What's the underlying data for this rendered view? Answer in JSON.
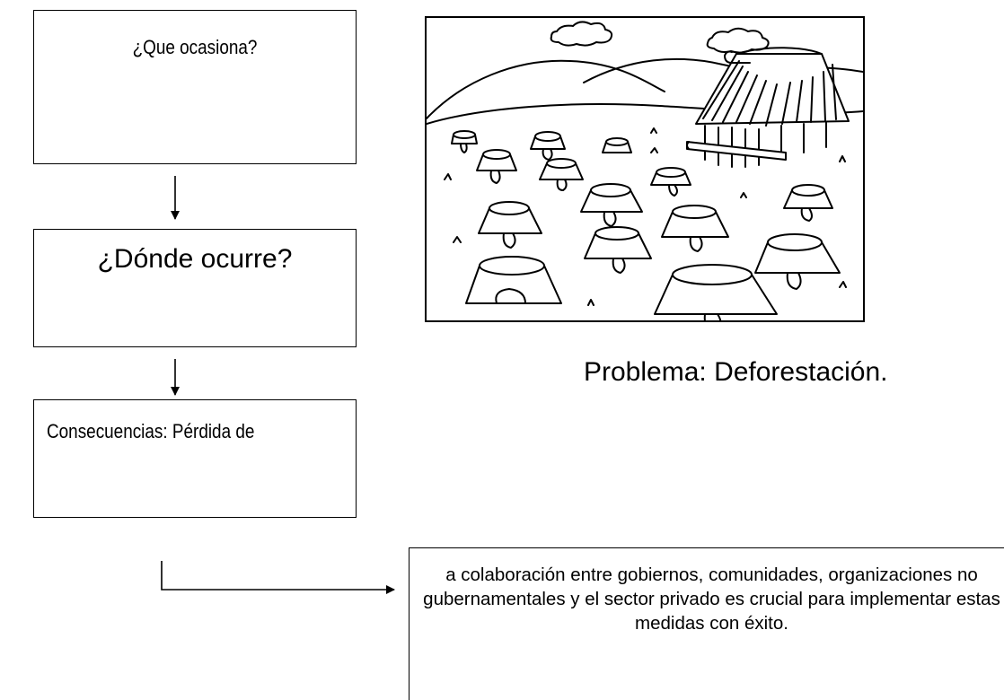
{
  "diagram": {
    "box1": {
      "text": "¿Que ocasiona?"
    },
    "box2": {
      "text": "¿Dónde ocurre?"
    },
    "box3": {
      "text": "Consecuencias: Pérdida de"
    },
    "box4": {
      "text": "a colaboración entre gobiernos, comunidades, organizaciones no gubernamentales y el sector privado es crucial para implementar estas medidas con éxito."
    },
    "caption": "Problema: Deforestación."
  },
  "illustration": {
    "subject": "deforested field with tree stumps, a thatched hut, hills and clouds"
  },
  "colors": {
    "line": "#000000",
    "background": "#ffffff"
  }
}
